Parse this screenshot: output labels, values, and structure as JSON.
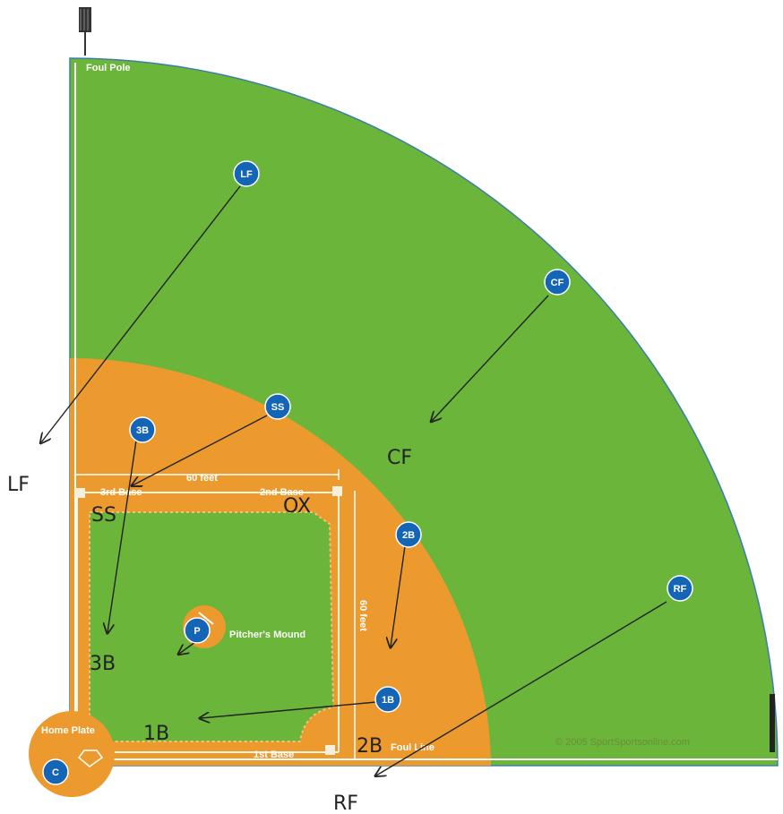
{
  "labels": {
    "foul_pole": "Foul Pole",
    "home_plate": "Home Plate",
    "first_base": "1st Base",
    "second_base": "2nd Base",
    "third_base": "3rd Base",
    "pitchers_mound": "Pitcher's Mound",
    "foul_line": "Foul Line",
    "sixty_feet_top": "60 feet",
    "sixty_feet_side": "60 feet",
    "copyright": "© 2005 SportSportsonline.com"
  },
  "positions": {
    "lf": "LF",
    "cf": "CF",
    "rf": "RF",
    "ss": "SS",
    "third": "3B",
    "second": "2B",
    "first": "1B",
    "pitcher": "P",
    "catcher": "C"
  },
  "handwritten": {
    "lf": "LF",
    "rf": "RF",
    "cf": "CF",
    "ss": "SS",
    "ox": "OX",
    "third": "3B",
    "first": "1B",
    "second": "2B"
  },
  "colors": {
    "grass": "#6ab53a",
    "dirt": "#ec9a2e",
    "marker": "#1565b7",
    "line": "#ffffff"
  }
}
